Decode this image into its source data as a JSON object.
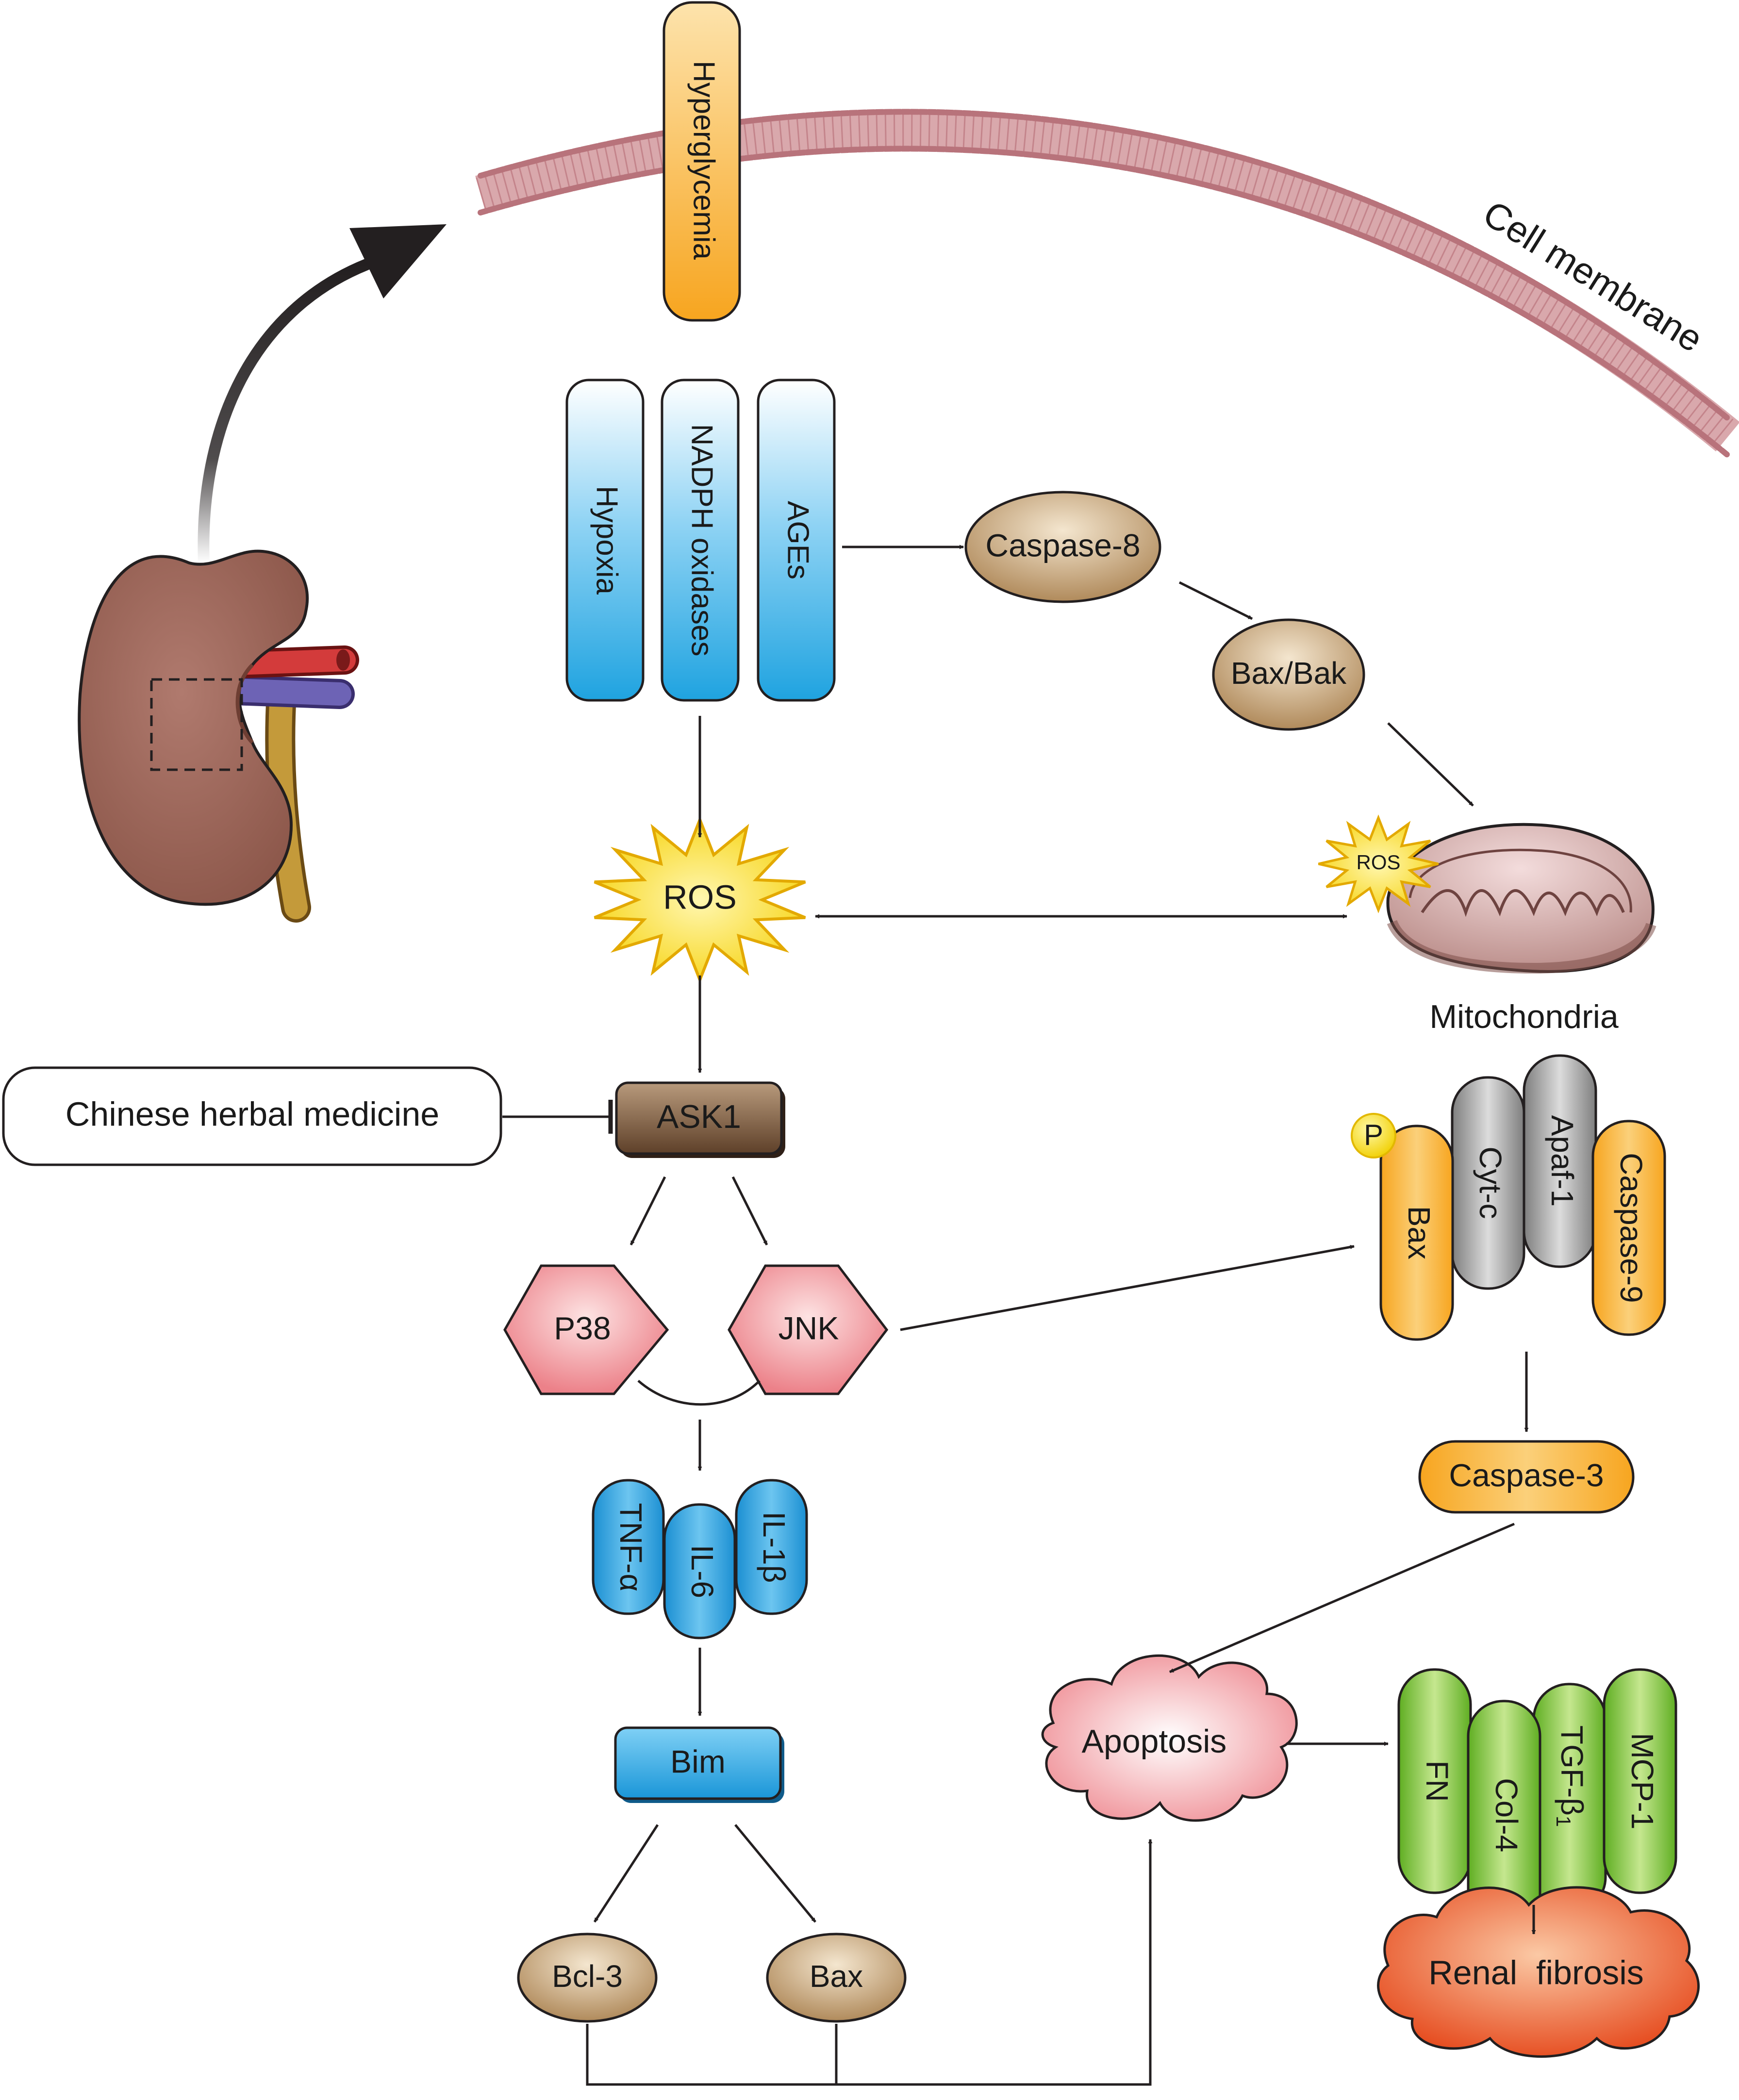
{
  "labels": {
    "hyperglycemia": "Hyperglycemia",
    "cell_membrane": "Cell membrane",
    "hypoxia": "Hypoxia",
    "nadph": "NADPH oxidases",
    "ages": "AGEs",
    "caspase8": "Caspase-8",
    "baxbak": "Bax/Bak",
    "ros_main": "ROS",
    "ros_mito": "ROS",
    "mitochondria": "Mitochondria",
    "herbal": "Chinese herbal medicine",
    "ask1": "ASK1",
    "p38": "P38",
    "jnk": "JNK",
    "tnf": "TNF-α",
    "il6": "IL-6",
    "il1b": "IL-1β",
    "bim": "Bim",
    "bcl3": "Bcl-3",
    "bax_bottom": "Bax",
    "phos": "P",
    "bax_complex": "Bax",
    "cytc": "Cyt-c",
    "apaf1": "Apaf-1",
    "caspase9": "Caspase-9",
    "caspase3": "Caspase-3",
    "apoptosis": "Apoptosis",
    "fn": "FN",
    "col4": "Col-4",
    "tgf_base": "TGF-β",
    "tgf_sub": "1",
    "mcp1": "MCP-1",
    "renal_fibrosis": "Renal  fibrosis"
  },
  "colors": {
    "arrow": "#231f20",
    "membrane": "#c98d93",
    "blue_box": "#29a7e1",
    "orange": "#f7a823",
    "brown": "#a88456",
    "gray": "#8c8c8c",
    "pink": "#ef8f96",
    "green": "#6fb82d",
    "fibrosis": "#e94e1b",
    "kidney": "#9a6458"
  }
}
